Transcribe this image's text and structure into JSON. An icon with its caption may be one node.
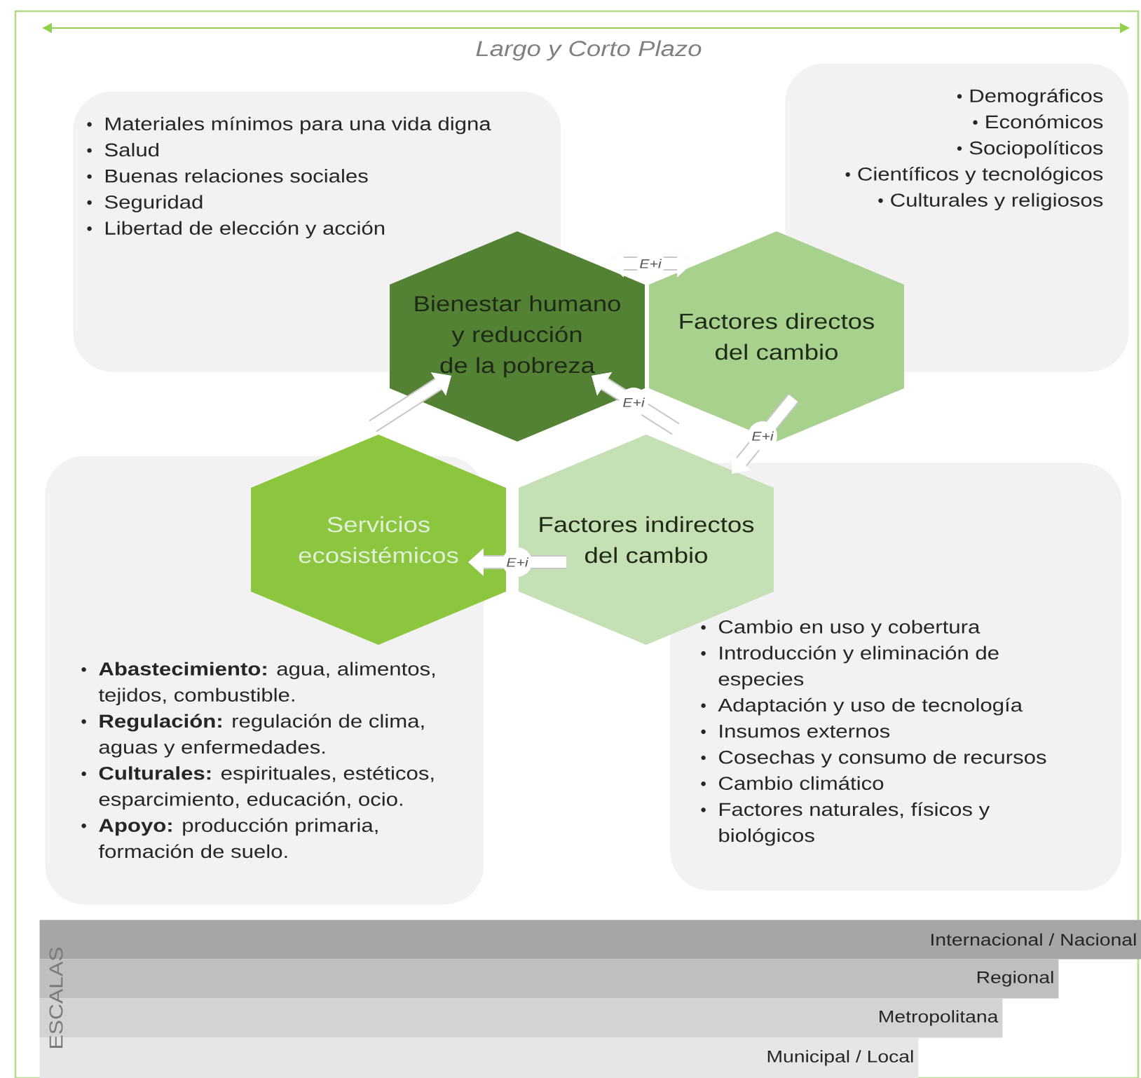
{
  "diagram": {
    "nodes": [
      {
        "text": [
          "Materiales mínimos para una vida digna",
          "Salud",
          "Buenas relaciones sociales",
          "Seguridad",
          "Libertad de elección y acción"
        ]
      },
      {
        "text": [
          "Demográficos",
          "Económicos",
          "Sociopolíticos",
          "Científicos y tecnológicos",
          "Culturales y religiosos"
        ]
      },
      {
        "text": [
          "Bienestar humano y reducción de la pobreza"
        ]
      },
      {
        "text": [
          "Factores directos del cambio"
        ]
      },
      {
        "text": [
          "Servicios ecosistémicos"
        ]
      },
      {
        "text": [
          "Factores indirectos del cambio"
        ]
      },
      {
        "text": [
          "**Abastecimiento:** agua, alimentos, tejidos, combustible.",
          "**Regulación:** regulación de clima, aguas y enfermedades.",
          "**Culturales:** espirituales, estéticos, esparcimiento, educación, ocio.",
          "**Apoyo:** producción primaria, formación de suelo."
        ]
      },
      {
        "text": [
          "Cambio en uso y cobertura",
          "Introducción y eliminación de especies",
          "Adaptación y uso de tecnología",
          "Insumos externos",
          "Cosechas y consumo de recursos",
          "Cambio climático",
          "Factores naturales, físicos y biológicos"
        ]
      },
      {
        "text": [
          "Internacional / Nacional"
        ]
      },
      {
        "text": [
          "Regional"
        ]
      },
      {
        "text": [
          "Metropolitana"
        ]
      },
      {
        "text": [
          "Municipal / Local"
        ]
      }
    ],
    "edges": [
      {
        "from": 2,
        "to": 3,
        "arrow": "both",
        "label": "E+i"
      },
      {
        "from": 3,
        "to": 5,
        "arrow": "to",
        "label": "E+i"
      },
      {
        "from": 5,
        "to": 2,
        "arrow": "to",
        "label": "E+i"
      },
      {
        "from": 5,
        "to": 4,
        "arrow": "to",
        "label": "E+i"
      },
      {
        "from": 4,
        "to": 2,
        "arrow": "to"
      }
    ],
    "labels": [
      "Largo y Corto Plazo",
      "ESCALAS"
    ]
  }
}
